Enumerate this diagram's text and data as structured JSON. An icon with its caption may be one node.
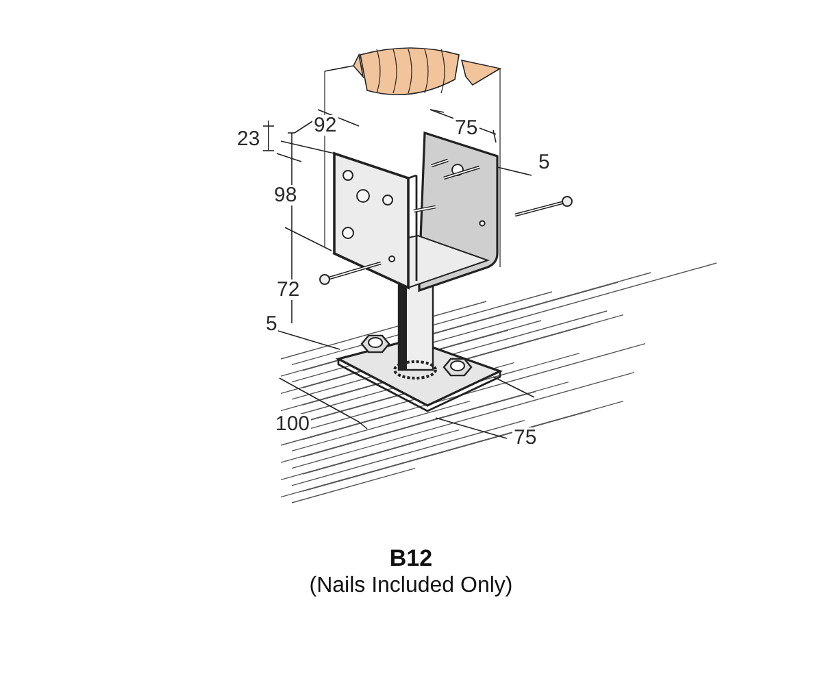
{
  "diagram": {
    "title": "B12",
    "caption": "(Nails Included Only)",
    "labels": [
      "23",
      "92",
      "75",
      "5",
      "98",
      "72",
      "5",
      "100",
      "75"
    ]
  }
}
